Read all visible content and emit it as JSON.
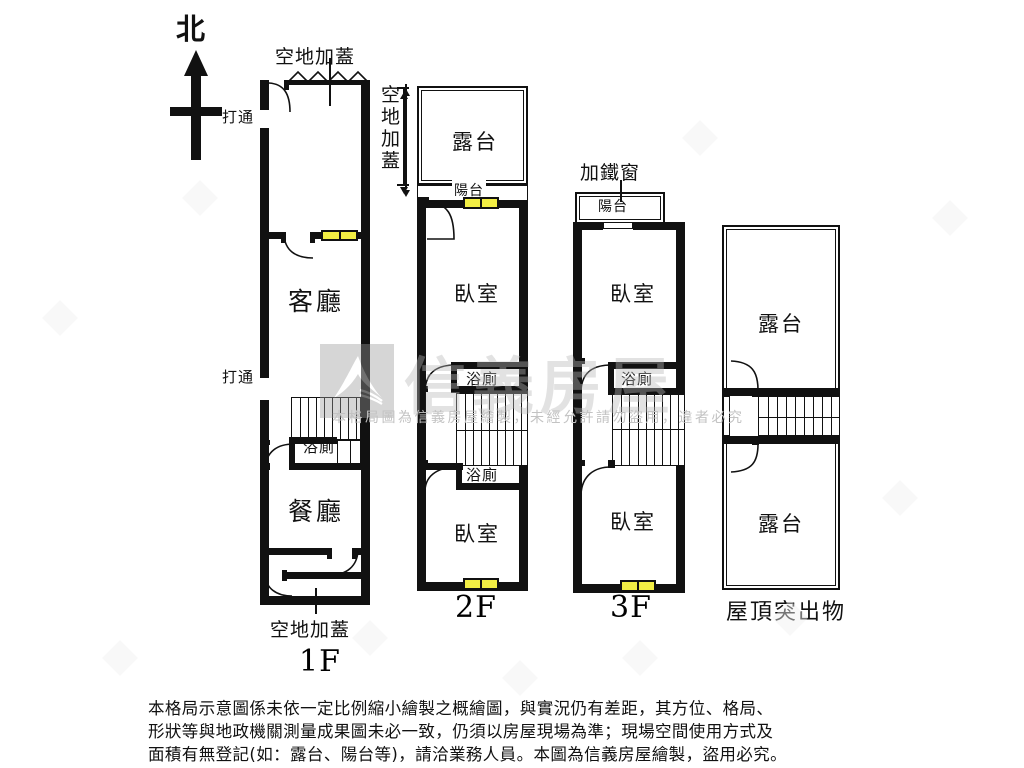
{
  "compass": {
    "label": "北",
    "icon": "north-arrow-icon"
  },
  "watermark": {
    "brand": "信義房屋",
    "notice": "本格局圖為信義房屋繪製，未經允許請勿盜用，違者必究"
  },
  "floors": [
    {
      "id": "1F",
      "label": "1F",
      "rooms": [
        {
          "name": "客廳",
          "type": "living-room"
        },
        {
          "name": "餐廳",
          "type": "dining-room"
        },
        {
          "name": "浴廁",
          "type": "bathroom"
        }
      ],
      "annotations": [
        {
          "text": "空地加蓋",
          "position": "top"
        },
        {
          "text": "空地加蓋",
          "position": "right"
        },
        {
          "text": "空地加蓋",
          "position": "bottom"
        },
        {
          "text": "打通",
          "position": "left-upper"
        },
        {
          "text": "打通",
          "position": "left-lower"
        }
      ]
    },
    {
      "id": "2F",
      "label": "2F",
      "rooms": [
        {
          "name": "露台",
          "type": "terrace"
        },
        {
          "name": "陽台",
          "type": "balcony"
        },
        {
          "name": "臥室",
          "type": "bedroom"
        },
        {
          "name": "浴廁",
          "type": "bathroom"
        },
        {
          "name": "浴廁",
          "type": "bathroom"
        },
        {
          "name": "臥室",
          "type": "bedroom"
        }
      ],
      "annotations": []
    },
    {
      "id": "3F",
      "label": "3F",
      "rooms": [
        {
          "name": "陽台",
          "type": "balcony"
        },
        {
          "name": "臥室",
          "type": "bedroom"
        },
        {
          "name": "浴廁",
          "type": "bathroom"
        },
        {
          "name": "臥室",
          "type": "bedroom"
        }
      ],
      "annotations": [
        {
          "text": "加鐵窗",
          "position": "top"
        }
      ]
    },
    {
      "id": "RF",
      "label": "屋頂突出物",
      "rooms": [
        {
          "name": "露台",
          "type": "terrace"
        },
        {
          "name": "露台",
          "type": "terrace"
        }
      ],
      "annotations": []
    }
  ],
  "labels": {
    "north": "北",
    "kongdi_jiagai": "空地加蓋",
    "datong": "打通",
    "jia_tiechuang": "加鐵窗",
    "keting": "客廳",
    "canting": "餐廳",
    "yuce": "浴廁",
    "woshi": "臥室",
    "lutai": "露台",
    "yangtai": "陽台",
    "f1": "1F",
    "f2": "2F",
    "f3": "3F",
    "roof": "屋頂突出物"
  },
  "colors": {
    "wall": "#111111",
    "window": "#f2ee44",
    "background": "#ffffff",
    "watermark": "#b9b9b9"
  },
  "footer": {
    "line1": "本格局示意圖係未依一定比例縮小繪製之概繪圖，與實況仍有差距，其方位、格局、",
    "line2": "形狀等與地政機關測量成果圖未必一致，仍須以房屋現場為準；現場空間使用方式及",
    "line3": "面積有無登記(如：露台、陽台等)，請洽業務人員。本圖為信義房屋繪製，盜用必究。"
  }
}
